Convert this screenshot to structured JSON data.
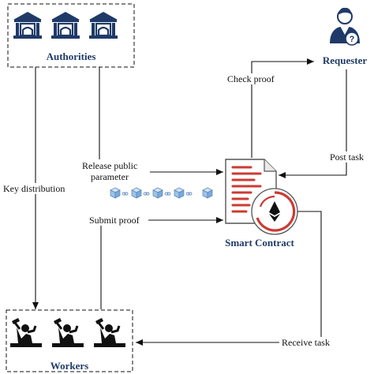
{
  "nodes": {
    "authorities": {
      "label": "Authorities",
      "icon": "bank-building-icon"
    },
    "requester": {
      "label": "Requester",
      "icon": "person-question-icon"
    },
    "smart_contract": {
      "label": "Smart Contract",
      "icon": "contract-document-ethereum-icon"
    },
    "workers": {
      "label": "Workers",
      "icon": "worker-hammer-icon"
    }
  },
  "edges": {
    "key_distribution": "Key distribution",
    "release_public_parameter_line1": "Release public",
    "release_public_parameter_line2": "parameter",
    "submit_proof": "Submit proof",
    "check_proof": "Check proof",
    "post_task": "Post task",
    "receive_task": "Receive task"
  },
  "colors": {
    "navy": "#1f3a68",
    "red": "#cc3b33",
    "blockchain_blue": "#9ec3e8",
    "line": "#111111"
  }
}
